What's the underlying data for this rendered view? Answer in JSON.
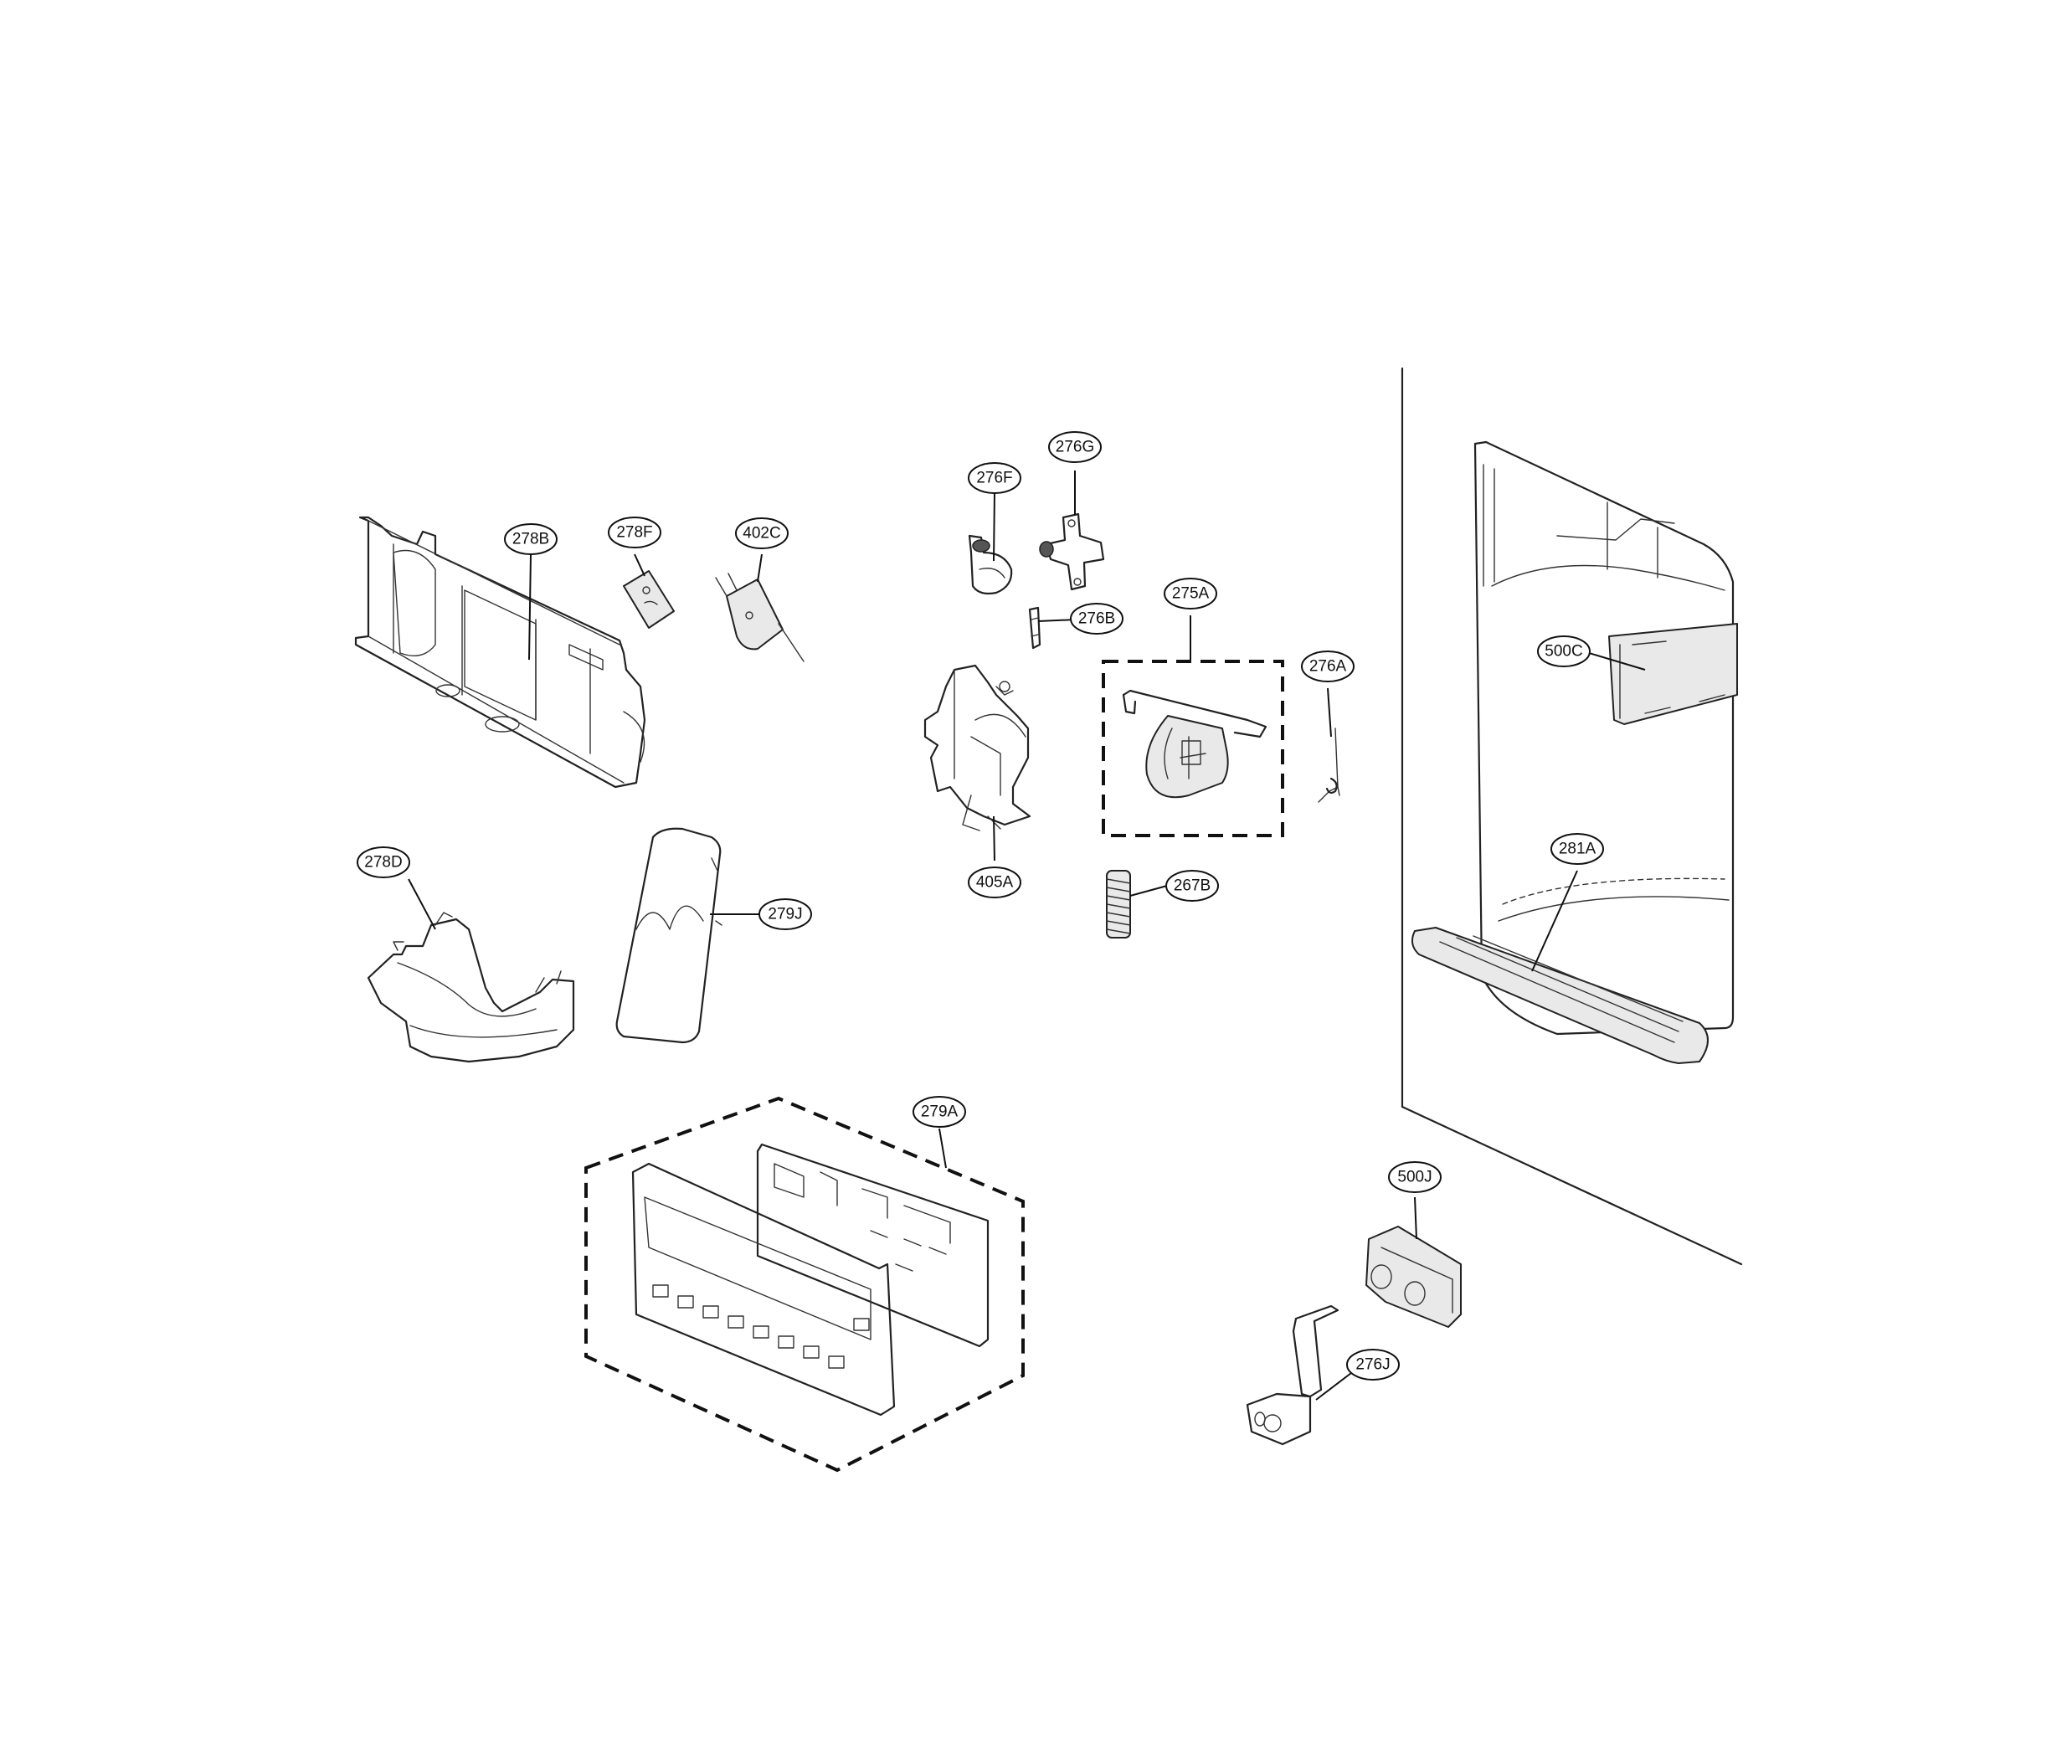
{
  "parts": [
    {
      "id": "278B",
      "label": "278B"
    },
    {
      "id": "278F",
      "label": "278F"
    },
    {
      "id": "402C",
      "label": "402C"
    },
    {
      "id": "276F",
      "label": "276F"
    },
    {
      "id": "276G",
      "label": "276G"
    },
    {
      "id": "276B",
      "label": "276B"
    },
    {
      "id": "275A",
      "label": "275A"
    },
    {
      "id": "276A",
      "label": "276A"
    },
    {
      "id": "500C",
      "label": "500C"
    },
    {
      "id": "278D",
      "label": "278D"
    },
    {
      "id": "279J",
      "label": "279J"
    },
    {
      "id": "405A",
      "label": "405A"
    },
    {
      "id": "267B",
      "label": "267B"
    },
    {
      "id": "281A",
      "label": "281A"
    },
    {
      "id": "279A",
      "label": "279A"
    },
    {
      "id": "500J",
      "label": "500J"
    },
    {
      "id": "276J",
      "label": "276J"
    }
  ]
}
